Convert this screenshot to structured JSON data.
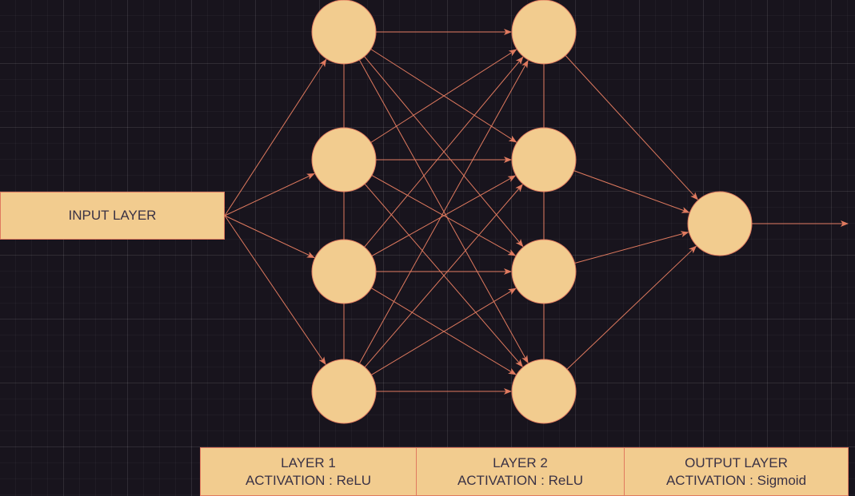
{
  "colors": {
    "background": "#18141d",
    "node_fill": "#f2cc8f",
    "stroke": "#e07a5f",
    "text": "#3a3245"
  },
  "input": {
    "label": "INPUT LAYER"
  },
  "layers": [
    {
      "id": "layer1",
      "name": "LAYER 1",
      "activation": "ACTIVATION : ReLU",
      "nodes": 4
    },
    {
      "id": "layer2",
      "name": "LAYER 2",
      "activation": "ACTIVATION : ReLU",
      "nodes": 4
    },
    {
      "id": "output",
      "name": "OUTPUT LAYER",
      "activation": "ACTIVATION : Sigmoid",
      "nodes": 1
    }
  ]
}
